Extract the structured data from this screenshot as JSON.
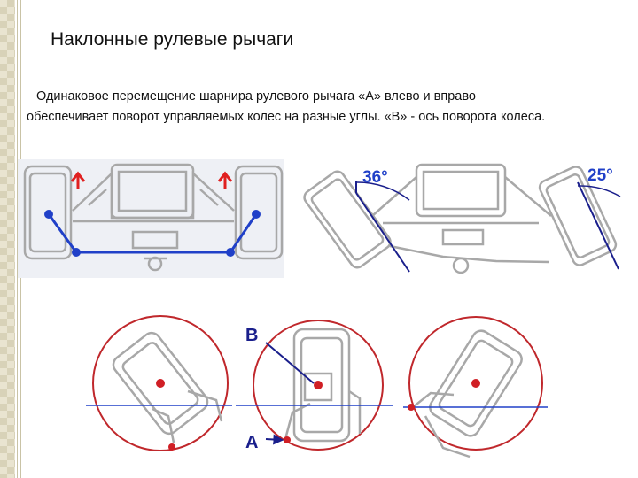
{
  "slide": {
    "title": "Наклонные рулевые рычаги",
    "description_line1": "Одинаковое перемещение шарнира рулевого рычага «А» влево и вправо",
    "description_line2": "обеспечивает поворот управляемых колес на разные углы. «В» - ось поворота колеса."
  },
  "diagram": {
    "angle_left": "36°",
    "angle_right": "25°",
    "label_b": "B",
    "label_a": "A",
    "colors": {
      "accent_blue": "#2040c8",
      "red": "#c0282c",
      "angle_line": "#1a1f8c",
      "arrow_red": "#e02020",
      "chassis": "#a8a8a8"
    }
  }
}
